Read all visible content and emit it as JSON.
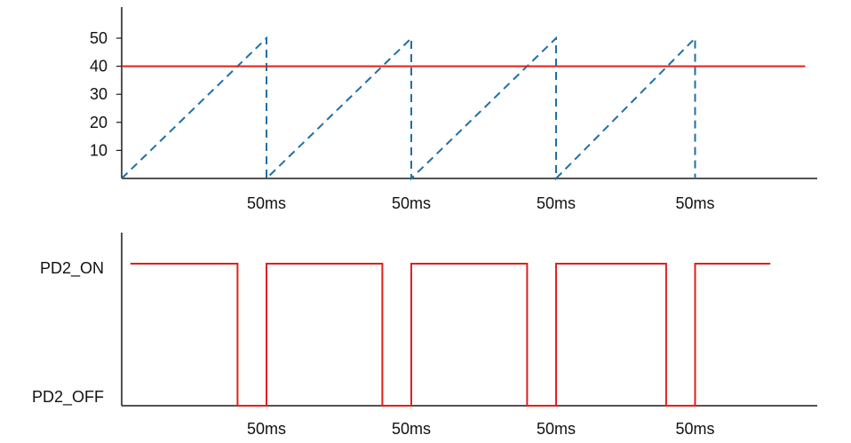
{
  "colors": {
    "axis": "#1a1a1a",
    "threshold": "#e0201c",
    "sawtooth": "#1f6fa6",
    "pwm": "#e0201c"
  },
  "chart_data": [
    {
      "type": "line",
      "yticks": [
        10,
        20,
        30,
        40,
        50
      ],
      "ylim": [
        0,
        60
      ],
      "xlim": [
        0,
        236
      ],
      "xtick_labels": [
        {
          "x": 50,
          "label": "50ms"
        },
        {
          "x": 100,
          "label": "50ms"
        },
        {
          "x": 150,
          "label": "50ms"
        },
        {
          "x": 198,
          "label": "50ms"
        }
      ],
      "series": [
        {
          "style": "dashed",
          "x": [
            0,
            50,
            50,
            100,
            100,
            150,
            150,
            198,
            198
          ],
          "y": [
            0,
            50,
            0,
            50,
            0,
            50,
            0,
            50,
            0
          ]
        },
        {
          "style": "solid",
          "x": [
            0,
            236
          ],
          "y": [
            40,
            40
          ]
        }
      ]
    },
    {
      "type": "line",
      "ycategories": [
        "PD2_OFF",
        "PD2_ON"
      ],
      "xlim": [
        0,
        236
      ],
      "xtick_labels": [
        {
          "x": 50,
          "label": "50ms"
        },
        {
          "x": 100,
          "label": "50ms"
        },
        {
          "x": 150,
          "label": "50ms"
        },
        {
          "x": 198,
          "label": "50ms"
        }
      ],
      "series": [
        {
          "style": "solid",
          "x": [
            3,
            40,
            40,
            50,
            50,
            90,
            90,
            100,
            100,
            140,
            140,
            150,
            150,
            188,
            188,
            198,
            198,
            224
          ],
          "y": [
            1,
            1,
            0,
            0,
            1,
            1,
            0,
            0,
            1,
            1,
            0,
            0,
            1,
            1,
            0,
            0,
            1,
            1
          ]
        }
      ]
    }
  ]
}
